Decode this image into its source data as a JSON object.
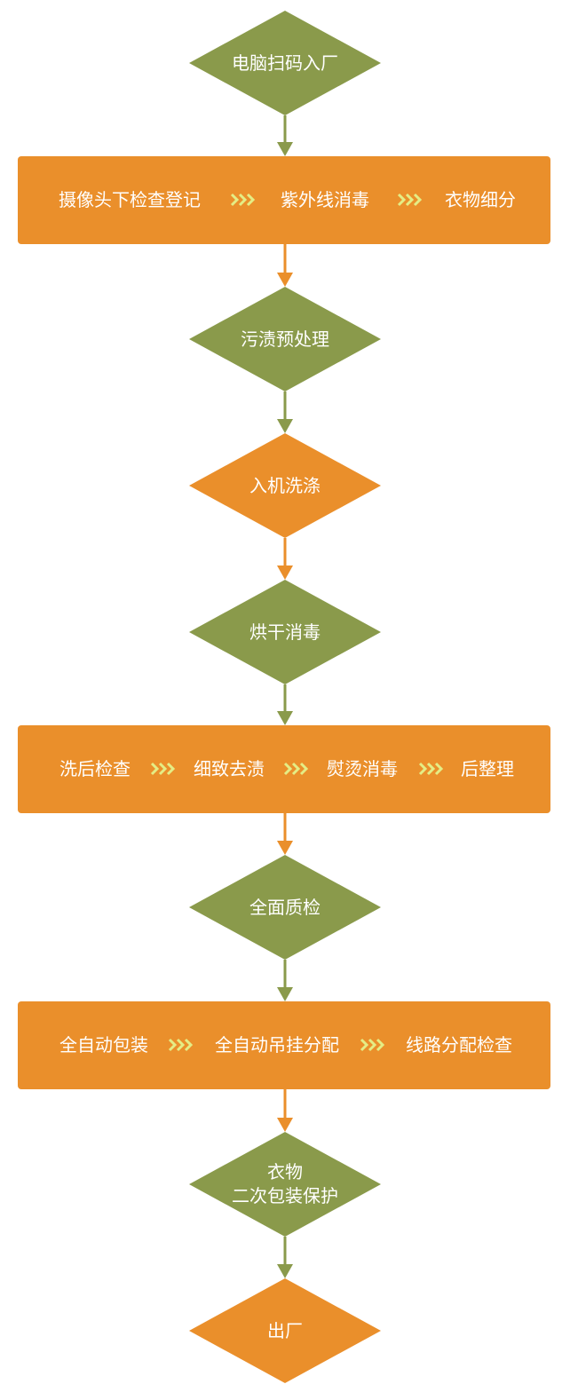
{
  "colors": {
    "green": "#8a9a4b",
    "orange": "#ea8f2b",
    "chevron": "#e4ed85",
    "text": "#ffffff"
  },
  "flow": {
    "d1": "电脑扫码入厂",
    "box1": [
      "摄像头下检查登记",
      "紫外线消毒",
      "衣物细分"
    ],
    "d2": "污渍预处理",
    "d3": "入机洗涤",
    "d4": "烘干消毒",
    "box2": [
      "洗后检查",
      "细致去渍",
      "熨烫消毒",
      "后整理"
    ],
    "d5": "全面质检",
    "box3": [
      "全自动包装",
      "全自动吊挂分配",
      "线路分配检查"
    ],
    "d6": [
      "衣物",
      "二次包装保护"
    ],
    "d7": "出厂"
  }
}
